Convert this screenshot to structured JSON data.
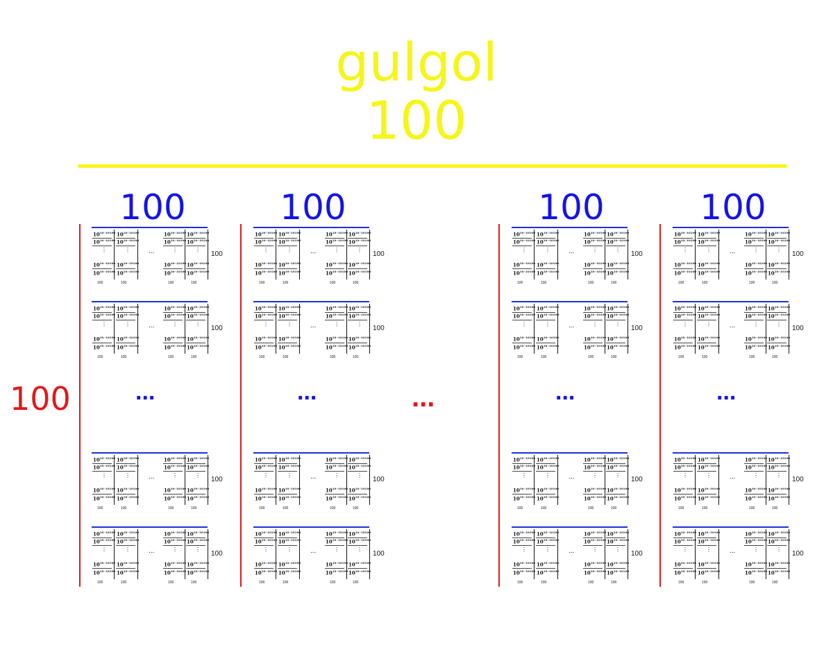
{
  "title": {
    "word": "gulgol",
    "number": "100"
  },
  "column_label": "100",
  "row_label": "100",
  "ellipsis": "...",
  "block": {
    "cell_expr_base": "10",
    "cell_expr_exp": "10··10",
    "cell_expr_exp_top": "100",
    "vertical_dots": "⋮",
    "base_label": "100",
    "middle_dots": "...",
    "side_label": "100"
  },
  "colors": {
    "title": "#f5f51a",
    "columns": "#1414e6",
    "rows": "#e01a1a"
  }
}
